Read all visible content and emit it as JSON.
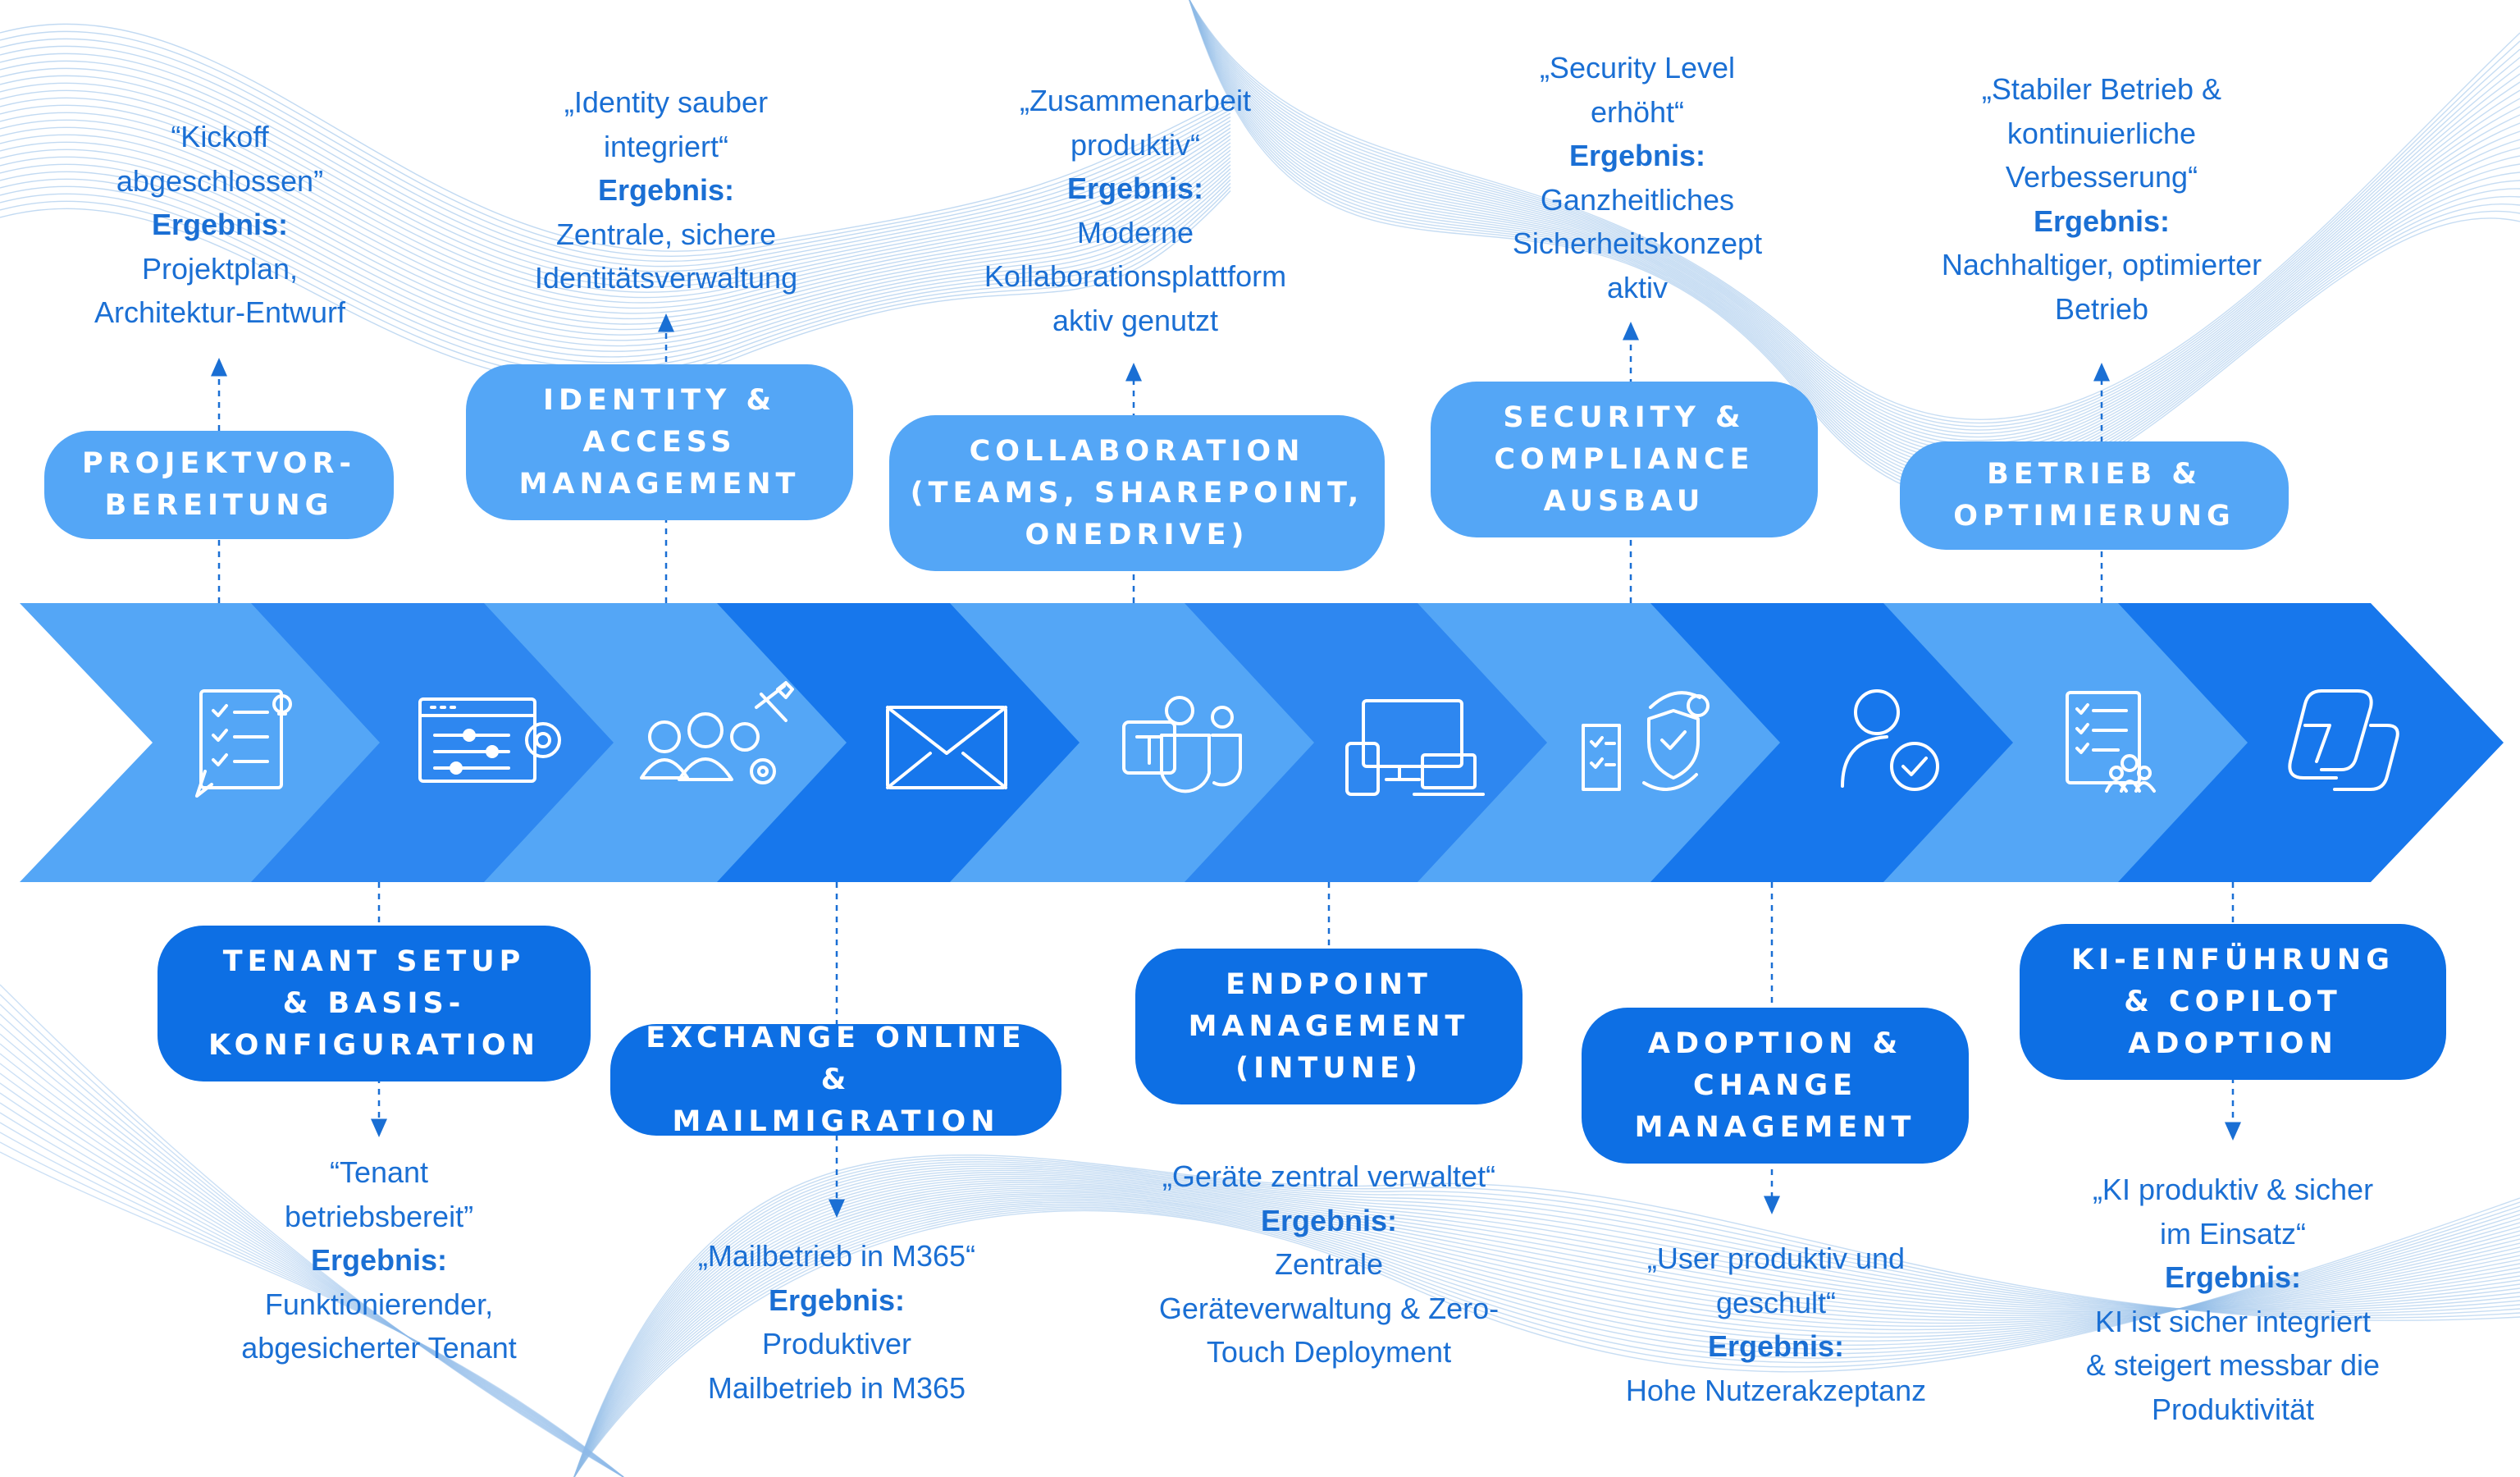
{
  "colors": {
    "light_step": "#54a6f6",
    "dark_step": "#0d6fe4",
    "text": "#1a6fd4",
    "lines": "#8fbbe8"
  },
  "result_label": "Ergebnis:",
  "phases_top": [
    {
      "id": "projektvorbereitung",
      "title": [
        "PROJEKTVOR-",
        "BEREITUNG"
      ],
      "deliverable": [
        "“Kickoff",
        "abgeschlossen”"
      ],
      "result": [
        "Projektplan,",
        "Architektur-Entwurf"
      ],
      "icon": "checklist-icon"
    },
    {
      "id": "identity",
      "title": [
        "IDENTITY &",
        "ACCESS",
        "MANAGEMENT"
      ],
      "deliverable": [
        "„Identity sauber",
        "integriert“"
      ],
      "result": [
        "Zentrale, sichere",
        "Identitätsverwaltung"
      ],
      "icon": "team-tools-icon"
    },
    {
      "id": "collaboration",
      "title": [
        "COLLABORATION",
        "(TEAMS, SHAREPOINT,",
        "ONEDRIVE)"
      ],
      "deliverable": [
        "„Zusammenarbeit",
        "produktiv“"
      ],
      "result": [
        "Moderne",
        "Kollaborationsplattform",
        "aktiv genutzt"
      ],
      "icon": "teams-icon"
    },
    {
      "id": "security",
      "title": [
        "SECURITY &",
        "COMPLIANCE",
        "AUSBAU"
      ],
      "deliverable": [
        "„Security Level",
        "erhöht“"
      ],
      "result": [
        "Ganzheitliches",
        "Sicherheitskonzept",
        "aktiv"
      ],
      "icon": "shield-compliance-icon"
    },
    {
      "id": "betrieb",
      "title": [
        "BETRIEB &",
        "OPTIMIERUNG"
      ],
      "deliverable": [
        "„Stabiler Betrieb &",
        "kontinuierliche",
        "Verbesserung“"
      ],
      "result": [
        "Nachhaltiger, optimierter",
        "Betrieb"
      ],
      "icon": "report-users-icon"
    }
  ],
  "phases_bottom": [
    {
      "id": "tenant",
      "title": [
        "TENANT SETUP",
        "& BASIS-",
        "KONFIGURATION"
      ],
      "deliverable": [
        "“Tenant",
        "betriebsbereit”"
      ],
      "result": [
        "Funktionierender,",
        "abgesicherter Tenant"
      ],
      "icon": "settings-panel-icon"
    },
    {
      "id": "exchange",
      "title": [
        "EXCHANGE ONLINE &",
        "MAILMIGRATION"
      ],
      "deliverable": [
        "„Mailbetrieb in M365“"
      ],
      "result": [
        "Produktiver",
        "Mailbetrieb in M365"
      ],
      "icon": "envelope-icon"
    },
    {
      "id": "endpoint",
      "title": [
        "ENDPOINT",
        "MANAGEMENT",
        "(INTUNE)"
      ],
      "deliverable": [
        "„Geräte zentral verwaltet“"
      ],
      "result": [
        "Zentrale",
        "Geräteverwaltung & Zero-",
        "Touch Deployment"
      ],
      "icon": "devices-icon"
    },
    {
      "id": "adoption",
      "title": [
        "ADOPTION &",
        "CHANGE",
        "MANAGEMENT"
      ],
      "deliverable": [
        "„User produktiv und",
        "geschult“"
      ],
      "result": [
        "Hohe Nutzerakzeptanz"
      ],
      "icon": "user-check-icon"
    },
    {
      "id": "ki",
      "title": [
        "KI-EINFÜHRUNG",
        "& COPILOT",
        "ADOPTION"
      ],
      "deliverable": [
        "„KI produktiv & sicher",
        "im Einsatz“"
      ],
      "result": [
        "KI ist sicher integriert",
        "& steigert messbar die",
        "Produktivität"
      ],
      "icon": "copilot-icon"
    }
  ]
}
